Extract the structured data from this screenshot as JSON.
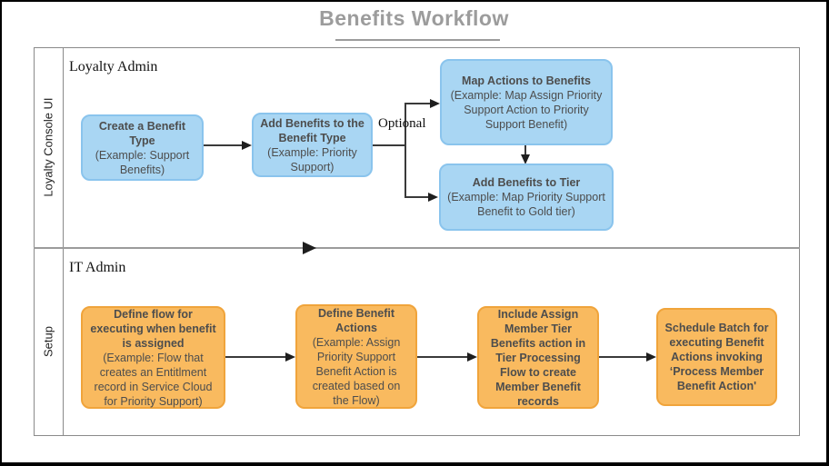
{
  "title": "Benefits Workflow",
  "annotations": {
    "optional": "Optional"
  },
  "colors": {
    "blue_fill": "#A9D6F3",
    "blue_border": "#8AC4ED",
    "orange_fill": "#F9BA5F",
    "orange_border": "#F0A43B",
    "title_color": "#9C9C9C",
    "box_text": "#4D4D4D"
  },
  "lanes": [
    {
      "sidebar_label": "Loyalty Console UI",
      "actor_label": "Loyalty Admin",
      "boxes": [
        {
          "title": "Create a Benefit Type",
          "example": "(Example: Support Benefits)"
        },
        {
          "title": "Add Benefits to the Benefit Type",
          "example": "(Example: Priority Support)"
        },
        {
          "title": "Map Actions to Benefits",
          "example": "(Example: Map Assign Priority Support Action to Priority Support Benefit)"
        },
        {
          "title": "Add Benefits to Tier",
          "example": "(Example: Map Priority Support Benefit to Gold tier)"
        }
      ]
    },
    {
      "sidebar_label": "Setup",
      "actor_label": "IT Admin",
      "boxes": [
        {
          "title": "Define flow for executing when benefit is assigned",
          "example": "(Example: Flow that creates an Entitlment record in Service Cloud for Priority Support)"
        },
        {
          "title": "Define Benefit Actions",
          "example": "(Example: Assign Priority Support Benefit Action is created based on the Flow)"
        },
        {
          "title": "Include Assign Member Tier Benefits action in Tier Processing Flow to create Member Benefit records",
          "example": ""
        },
        {
          "title": "Schedule Batch for executing Benefit Actions invoking ‘Process Member Benefit Action'",
          "example": ""
        }
      ]
    }
  ]
}
